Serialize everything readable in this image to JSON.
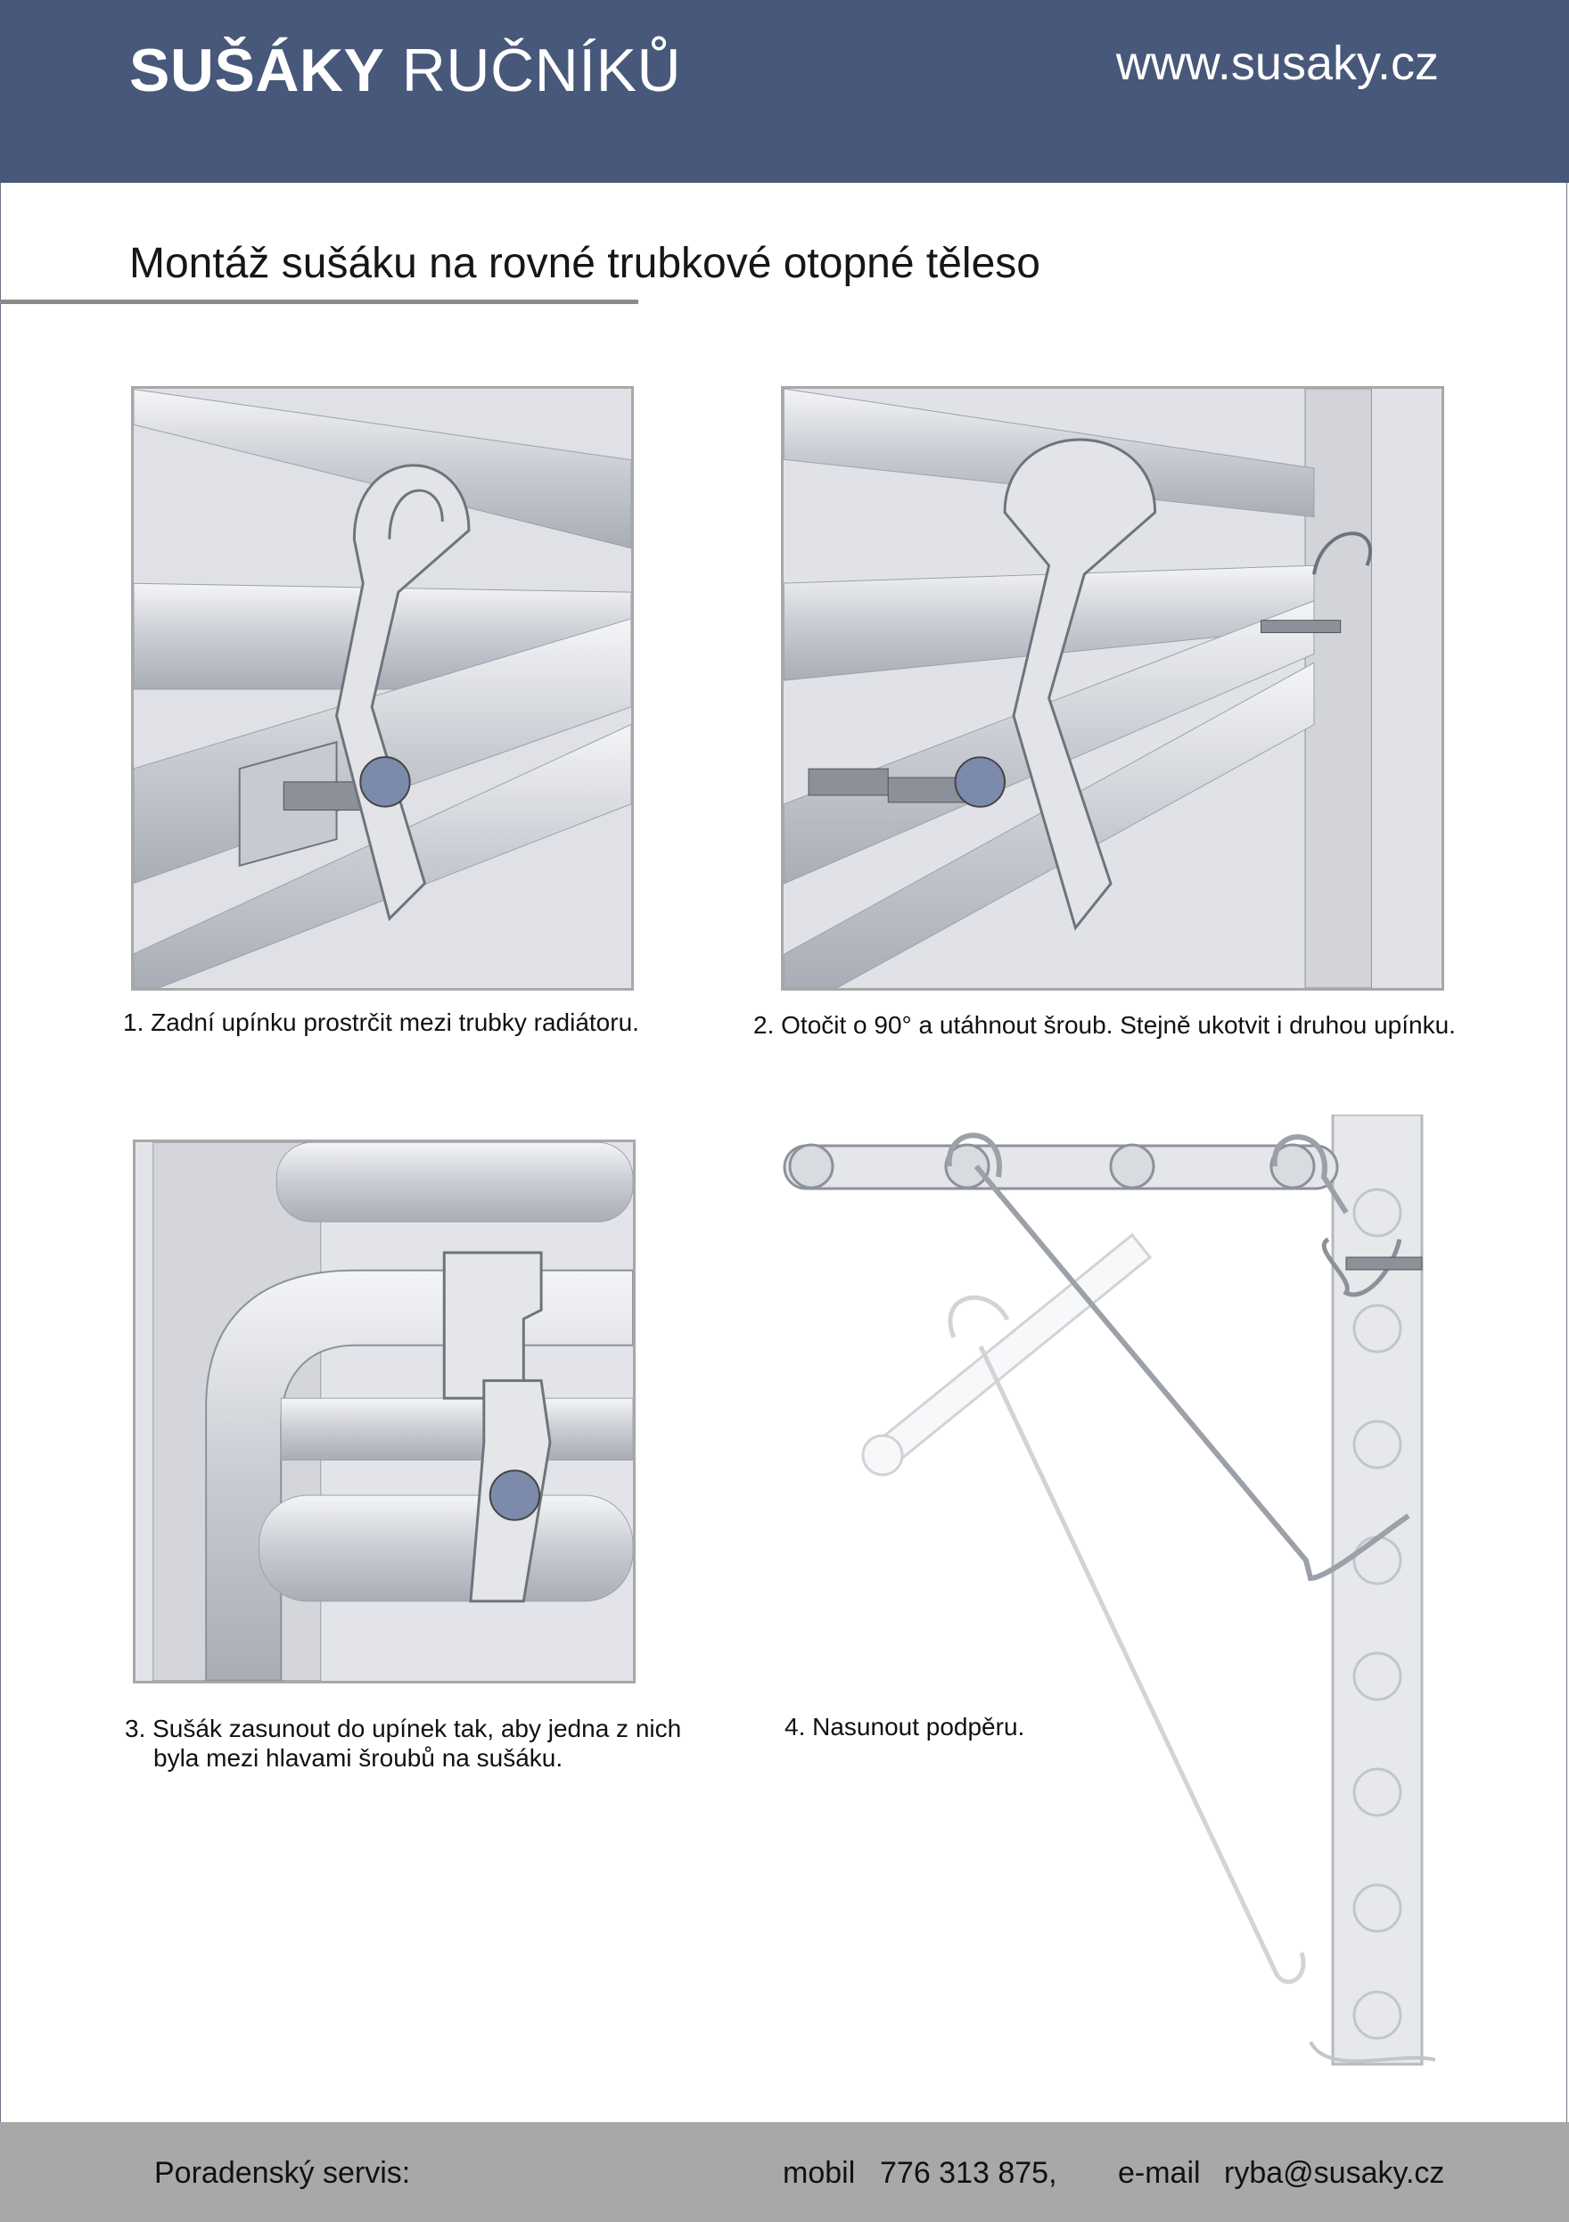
{
  "header": {
    "brand_bold": "SUŠÁKY",
    "brand_light": "RUČNÍKŮ",
    "website": "www.susaky.cz"
  },
  "page_title": "Montáž sušáku na rovné trubkové otopné těleso",
  "steps": [
    {
      "line1": "1. Zadní upínku prostrčit mezi trubky radiátoru.",
      "line2": ""
    },
    {
      "line1": "2. Otočit o 90° a utáhnout šroub. Stejně ukotvit i druhou upínku.",
      "line2": ""
    },
    {
      "line1": "3. Sušák zasunout do upínek tak, aby jedna z nich",
      "line2": "byla mezi hlavami šroubů na sušáku."
    },
    {
      "line1": "4. Nasunout podpěru.",
      "line2": ""
    }
  ],
  "footer": {
    "service_label": "Poradenský servis:",
    "mobile_label": "mobil",
    "mobile_number": "776 313 875,",
    "email_label": "e-mail",
    "email_address": "ryba@susaky.cz"
  },
  "colors": {
    "header_bg": "#48587a",
    "footer_bg": "#a8a8a8",
    "panel_border": "#a8a8a8",
    "title_rule": "#8a8a8a"
  }
}
